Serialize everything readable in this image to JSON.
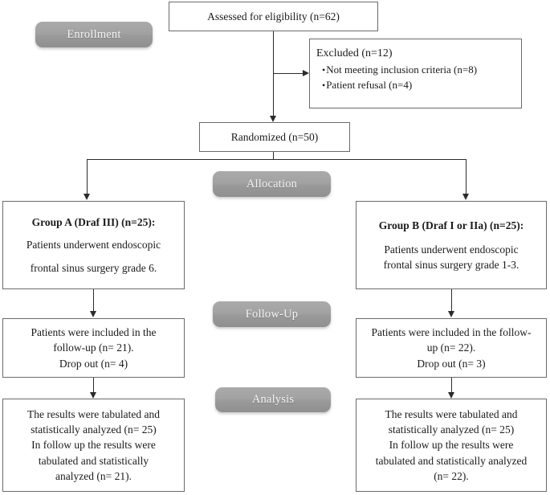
{
  "diagram": {
    "type": "consort-flow-diagram",
    "title": "CONSORT participant flow diagram",
    "stage_badges": [
      {
        "id": "enrollment",
        "label": "Enrollment"
      },
      {
        "id": "allocation",
        "label": "Allocation"
      },
      {
        "id": "follow-up",
        "label": "Follow-Up"
      },
      {
        "id": "analysis",
        "label": "Analysis"
      }
    ],
    "boxes": {
      "assessed": {
        "id": "assessed-for-eligibility",
        "text": "Assessed for eligibility (n=62)",
        "n": 62
      },
      "excluded": {
        "id": "excluded",
        "heading": "Excluded (n=12)",
        "n": 12,
        "reasons": [
          "Not meeting inclusion criteria (n=8)",
          "Patient refusal (n=4)"
        ]
      },
      "randomized": {
        "id": "randomized",
        "text": "Randomized (n=50)",
        "n": 50
      },
      "group_a_allocation": {
        "id": "group-a-allocation",
        "heading": "Group A (Draf III) (n=25):",
        "n": 25,
        "lines": [
          "Patients underwent endoscopic",
          "frontal sinus surgery grade 6."
        ]
      },
      "group_b_allocation": {
        "id": "group-b-allocation",
        "heading": "Group B (Draf I or IIa) (n=25):",
        "n": 25,
        "lines": [
          "Patients underwent endoscopic",
          "frontal sinus surgery grade 1-3."
        ]
      },
      "group_a_followup": {
        "id": "group-a-followup",
        "lines": [
          "Patients were included in the",
          "follow-up (n= 21).",
          "Drop out (n= 4)"
        ],
        "included_n": 21,
        "dropout_n": 4
      },
      "group_b_followup": {
        "id": "group-b-followup",
        "lines": [
          "Patients were included in the follow-",
          "up (n= 22).",
          "Drop out (n= 3)"
        ],
        "included_n": 22,
        "dropout_n": 3
      },
      "group_a_analysis": {
        "id": "group-a-analysis",
        "lines": [
          "The results were tabulated and",
          "statistically analyzed (n= 25)",
          "In follow up the results were",
          "tabulated and statistically",
          "analyzed (n= 21)."
        ],
        "analyzed_n": 25,
        "followup_analyzed_n": 21
      },
      "group_b_analysis": {
        "id": "group-b-analysis",
        "lines": [
          "The results were tabulated and",
          "statistically analyzed (n= 25)",
          "In follow up the results were",
          "tabulated and statistically analyzed",
          "(n= 22)."
        ],
        "analyzed_n": 25,
        "followup_analyzed_n": 22
      }
    },
    "colors": {
      "badge_fill": "#a2a2a2",
      "badge_text": "#f4f4f4",
      "box_border": "#6b6b6b",
      "connector": "#2b2b2b",
      "background": "#ffffff",
      "text": "#1a1a1a"
    }
  }
}
